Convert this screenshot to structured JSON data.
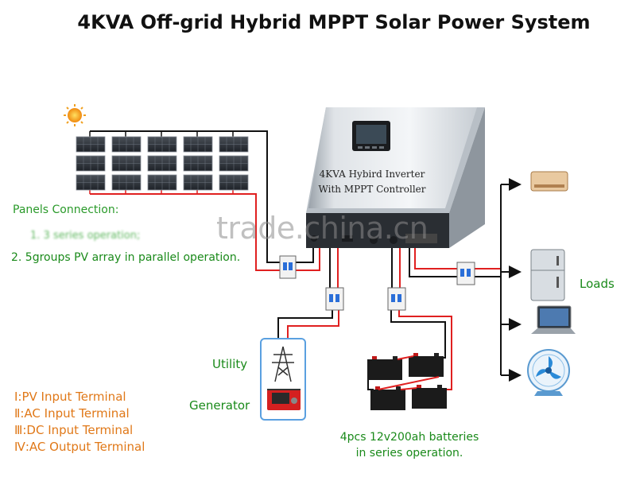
{
  "title": "4KVA Off-grid Hybrid MPPT Solar Power System",
  "inverter": {
    "line1": "4KVA Hybird Inverter",
    "line2": "With MPPT Controller"
  },
  "panels": {
    "heading": "Panels Connection:",
    "note1": "1. 3 series operation;",
    "note2": "2. 5groups PV array in parallel operation."
  },
  "labels": {
    "utility": "Utility",
    "generator": "Generator",
    "loads": "Loads"
  },
  "battery": {
    "line1": "4pcs 12v200ah batteries",
    "line2": "in series operation."
  },
  "terminals": [
    "Ⅰ:PV Input Terminal",
    "Ⅱ:AC Input Terminal",
    "Ⅲ:DC Input Terminal",
    "Ⅳ:AC Output Terminal"
  ],
  "watermark": "trade.china.cn",
  "colors": {
    "title": "#111111",
    "label_green": "#1a8a1a",
    "terminal_orange": "#e07818",
    "wire_red": "#e02020",
    "wire_black": "#111111"
  },
  "icons": [
    "sun-icon",
    "solar-panel-icon",
    "inverter-icon",
    "breaker-icon",
    "utility-tower-icon",
    "generator-icon",
    "battery-icon",
    "air-conditioner-icon",
    "refrigerator-icon",
    "laptop-icon",
    "fan-icon",
    "arrow-icon"
  ]
}
